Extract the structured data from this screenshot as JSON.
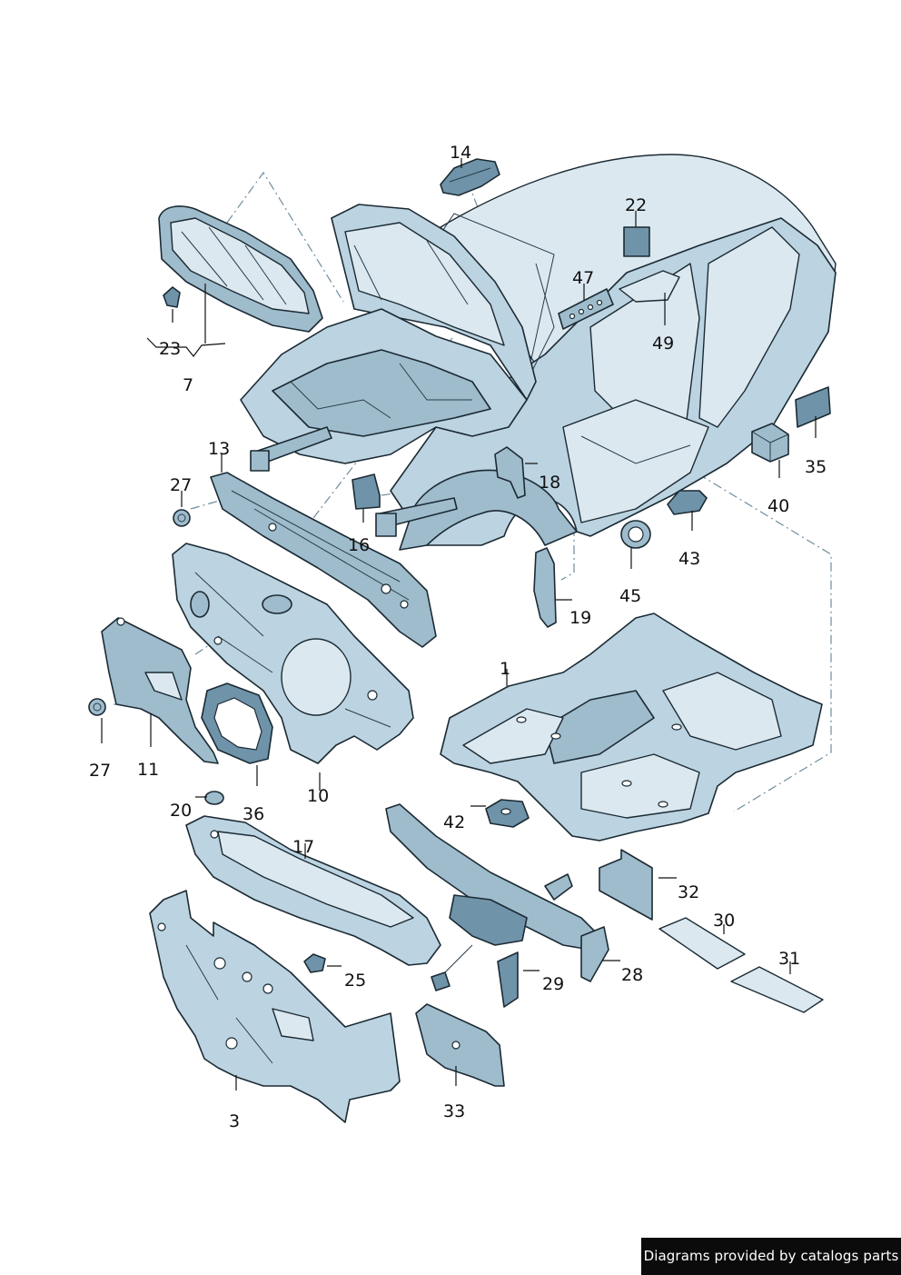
{
  "callouts": {
    "c14": "14",
    "c22": "22",
    "c47": "47",
    "c49": "49",
    "c23": "23",
    "c7": "7",
    "c13": "13",
    "c27a": "27",
    "c16": "16",
    "c18": "18",
    "c35": "35",
    "c40": "40",
    "c43": "43",
    "c45": "45",
    "c19": "19",
    "c1": "1",
    "c27b": "27",
    "c11": "11",
    "c10": "10",
    "c36": "36",
    "c20": "20",
    "c42": "42",
    "c17": "17",
    "c32": "32",
    "c30": "30",
    "c31": "31",
    "c25": "25",
    "c28": "28",
    "c29": "29",
    "c3": "3",
    "c33": "33"
  },
  "footer": {
    "credit": "Diagrams provided by catalogs parts"
  },
  "colors": {
    "part": "#bcd3e1",
    "part_mid": "#9fbccd",
    "part_dark": "#6f93a9",
    "outline": "#1b2a33"
  }
}
